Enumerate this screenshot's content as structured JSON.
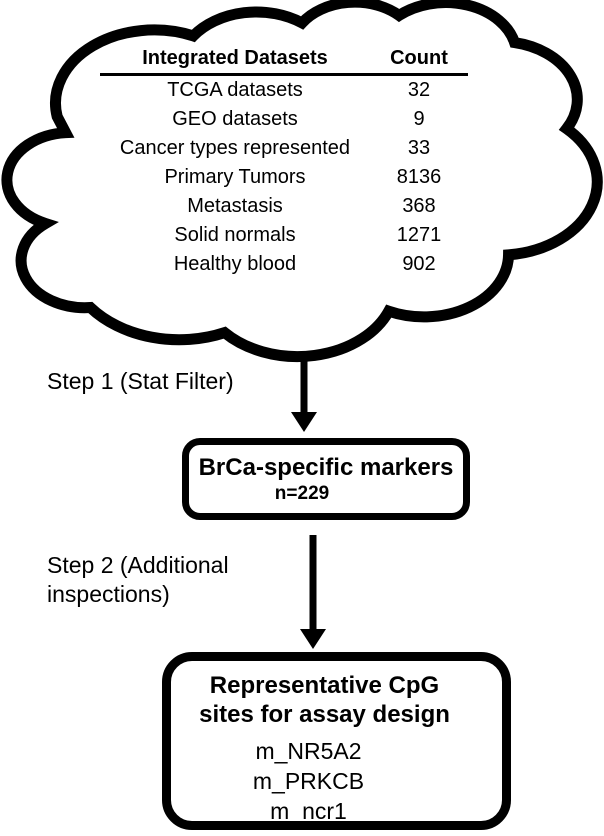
{
  "cloud_table": {
    "header": {
      "label": "Integrated Datasets",
      "count": "Count"
    },
    "rows": [
      {
        "label": "TCGA datasets",
        "count": "32"
      },
      {
        "label": "GEO datasets",
        "count": "9"
      },
      {
        "label": "Cancer types represented",
        "count": "33"
      },
      {
        "label": "Primary Tumors",
        "count": "8136"
      },
      {
        "label": "Metastasis",
        "count": "368"
      },
      {
        "label": "Solid normals",
        "count": "1271"
      },
      {
        "label": "Healthy blood",
        "count": "902"
      }
    ]
  },
  "steps": [
    {
      "label": "Step 1 (Stat Filter)"
    },
    {
      "label": "Step 2 (Additional inspections)"
    }
  ],
  "box1": {
    "title": "BrCa-specific markers",
    "subtitle": "n=229"
  },
  "box2": {
    "title_lines": [
      "Representative CpG",
      "sites for assay design"
    ],
    "items": [
      "m_NR5A2",
      "m_PRKCB",
      "m_ncr1"
    ]
  },
  "icons": {
    "arrow1": "down-arrow",
    "arrow2": "down-arrow",
    "container": "cloud"
  },
  "colors": {
    "ink": "#000000",
    "background": "#ffffff"
  }
}
